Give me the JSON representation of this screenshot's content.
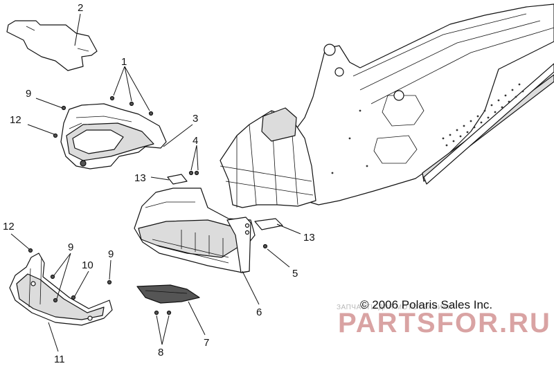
{
  "callouts": [
    {
      "id": "c1",
      "text": "1"
    },
    {
      "id": "c2",
      "text": "2"
    },
    {
      "id": "c3",
      "text": "3"
    },
    {
      "id": "c4",
      "text": "4"
    },
    {
      "id": "c5",
      "text": "5"
    },
    {
      "id": "c6",
      "text": "6"
    },
    {
      "id": "c7",
      "text": "7"
    },
    {
      "id": "c8",
      "text": "8"
    },
    {
      "id": "c9a",
      "text": "9"
    },
    {
      "id": "c9b",
      "text": "9"
    },
    {
      "id": "c9c",
      "text": "9"
    },
    {
      "id": "c10",
      "text": "10"
    },
    {
      "id": "c11",
      "text": "11"
    },
    {
      "id": "c12a",
      "text": "12"
    },
    {
      "id": "c12b",
      "text": "12"
    },
    {
      "id": "c13a",
      "text": "13"
    },
    {
      "id": "c13b",
      "text": "13"
    }
  ],
  "copyright": "© 2006 Polaris Sales Inc.",
  "watermark": {
    "small": "ЗАПЧАСТИ ДЛЯ МОТОТЕХНИКИ",
    "big": "PARTSFOR.RU"
  },
  "colors": {
    "line": "#111111",
    "watermark_red": "#d9a3a3",
    "watermark_gray": "#b8b8b8"
  }
}
